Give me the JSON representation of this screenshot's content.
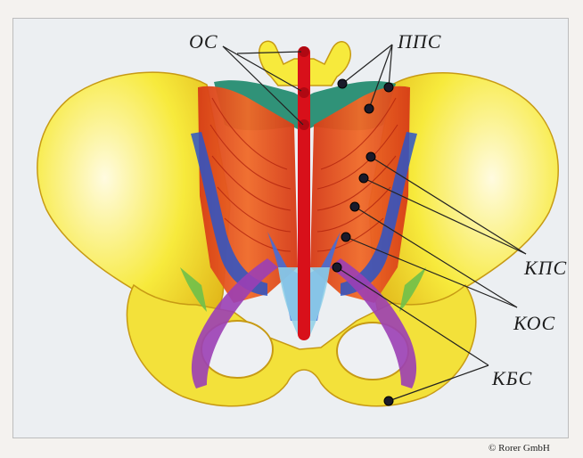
{
  "figure": {
    "labels": {
      "os": "ОС",
      "pps": "ППС",
      "kps": "КПС",
      "kos": "КОС",
      "kbs": "КБС"
    },
    "copyright": "© Rorer GmbH"
  },
  "colors": {
    "bone": "#f7ea3c",
    "bone_highlight": "#fffbe0",
    "bone_shadow": "#e0b418",
    "muscle": "#e8481c",
    "muscle_light": "#f08a3a",
    "fascia_green": "#1f8a6e",
    "ligament_blue": "#2c55c8",
    "ligament_purple": "#9b3fb5",
    "spine_red": "#d8101a",
    "marker": "#1a1a2a",
    "leader_line": "#222222"
  }
}
